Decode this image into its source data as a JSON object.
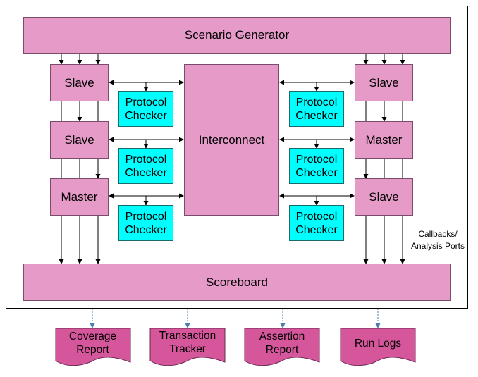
{
  "diagram": {
    "scenario_generator": "Scenario Generator",
    "interconnect": "Interconnect",
    "scoreboard": "Scoreboard",
    "left_agents": [
      "Slave",
      "Slave",
      "Master"
    ],
    "right_agents": [
      "Slave",
      "Master",
      "Slave"
    ],
    "checker_line1": "Protocol",
    "checker_line2": "Checker",
    "callbacks_line1": "Callbacks/",
    "callbacks_line2": "Analysis Ports",
    "outputs": [
      {
        "line1": "Coverage",
        "line2": "Report"
      },
      {
        "line1": "Transaction",
        "line2": "Tracker"
      },
      {
        "line1": "Assertion",
        "line2": "Report"
      },
      {
        "line1": "Run Logs",
        "line2": ""
      }
    ]
  },
  "colors": {
    "block_fill": "#e59ac8",
    "checker_fill": "#00ffff",
    "output_fill": "#d6569c",
    "connector": "#4a7fb0"
  }
}
